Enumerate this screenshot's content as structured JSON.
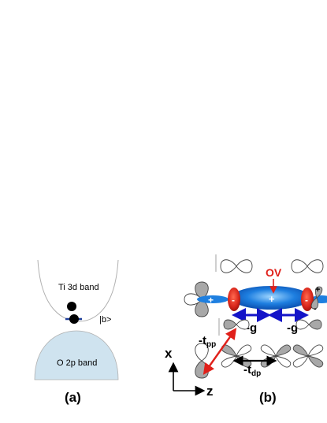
{
  "panel_a": {
    "conduction_band_label": "Ti 3d band",
    "valence_band_label": "O 2p band",
    "bound_state_label": "|b>",
    "panel_label": "(a)",
    "colors": {
      "band_outline": "#b0b0b0",
      "valence_fill": "#cfe3ef",
      "electron": "#000000",
      "level_line": "#1f3f9a"
    }
  },
  "panel_b": {
    "vacancy_label": "OV",
    "hopping_g_left": "-g",
    "hopping_g_right": "-g",
    "hopping_tpp": "-t",
    "hopping_tpp_sub": "pp",
    "hopping_tdp": "-t",
    "hopping_tdp_sub": "dp",
    "axis_x": "x",
    "axis_z": "z",
    "panel_label": "(b)",
    "sign_plus": "+",
    "sign_minus": "-",
    "colors": {
      "lobe_gray": "#a8a8a8",
      "vacancy_blue": "#1e7fe0",
      "orbital_red": "#d8261b",
      "g_arrow": "#1414c8",
      "tpp_arrow": "#e0201a",
      "tdp_arrow": "#000000",
      "ov_label": "#e0201a"
    }
  }
}
